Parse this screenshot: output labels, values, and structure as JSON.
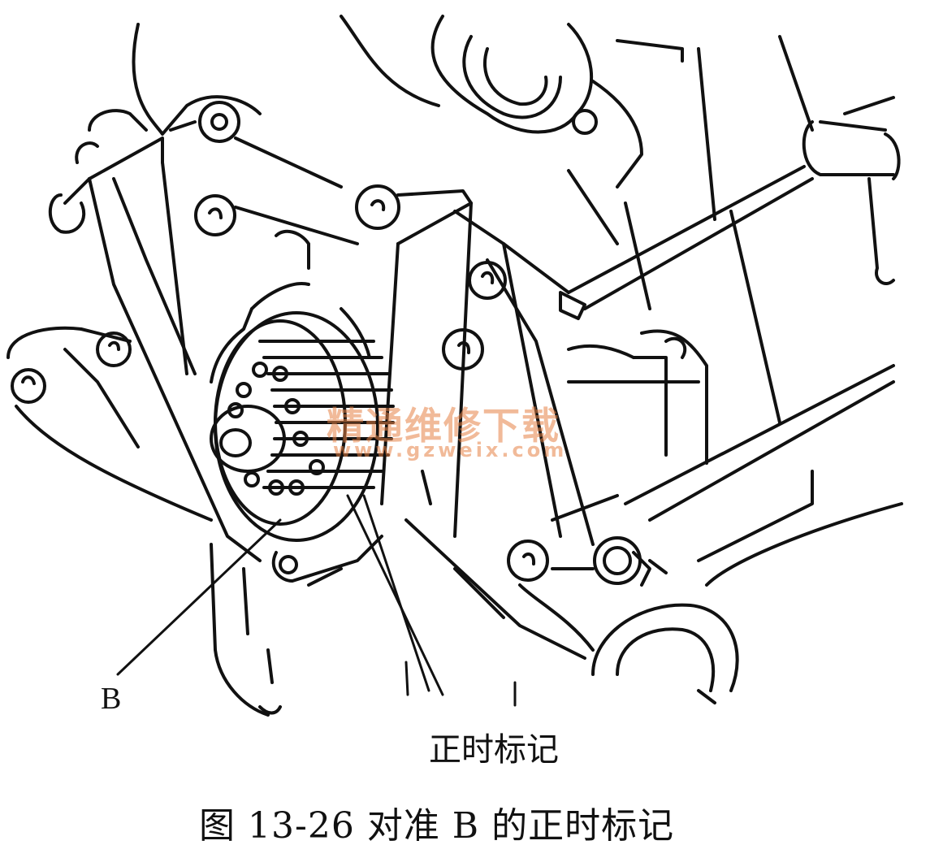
{
  "labels": {
    "part_b": "B",
    "timing_mark": "正时标记"
  },
  "caption": "图 13-26    对准 B 的正时标记",
  "watermark": {
    "text": "精通维修下载",
    "url": "www.gzweix.com"
  },
  "colors": {
    "line": "#111111",
    "background": "#ffffff",
    "watermark": "#e88246"
  }
}
